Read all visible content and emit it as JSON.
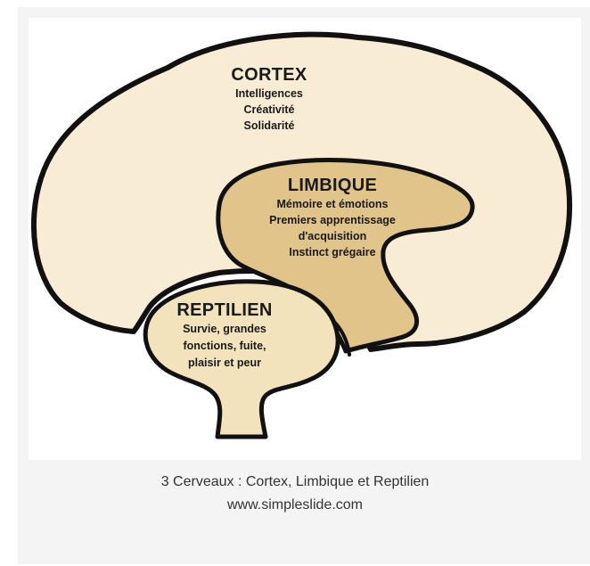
{
  "diagram": {
    "cortex": {
      "title": "CORTEX",
      "lines": [
        "Intelligences",
        "Créativité",
        "Solidarité"
      ]
    },
    "limbique": {
      "title": "LIMBIQUE",
      "lines": [
        "Mémoire et émotions",
        "Premiers apprentissage",
        "d'acquisition",
        "Instinct grégaire"
      ]
    },
    "reptilien": {
      "title": "REPTILIEN",
      "lines": [
        "Survie, grandes",
        "fonctions, fuite,",
        "plaisir et peur"
      ]
    },
    "colors": {
      "cortex_fill": "#f9ecd4",
      "limbique_fill": "#e1c489",
      "reptilien_fill": "#f3e3bd",
      "outline": "#111111"
    }
  },
  "caption": {
    "line1": "3 Cerveaux : Cortex, Limbique et Reptilien",
    "line2": "www.simpleslide.com"
  }
}
